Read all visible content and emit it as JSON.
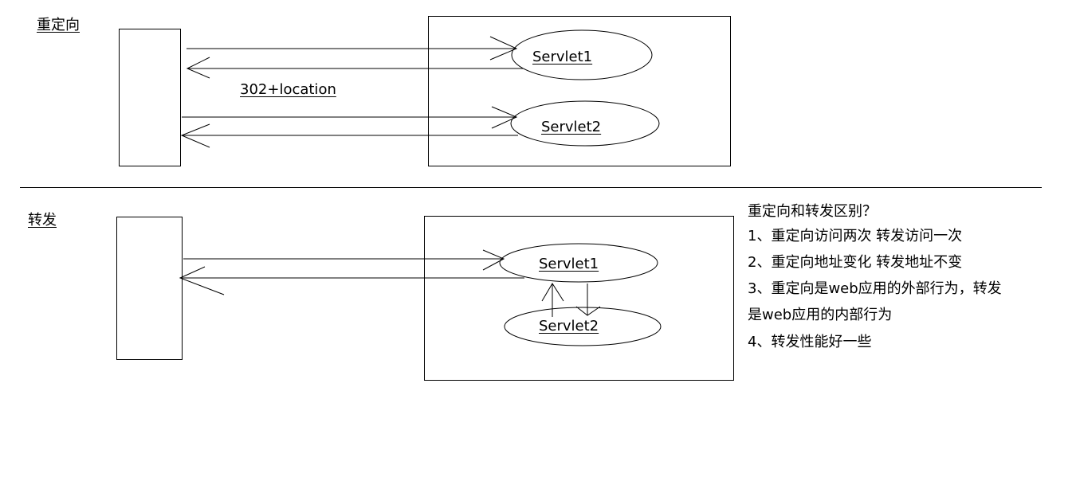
{
  "redirect": {
    "section_label": "重定向",
    "servlet1_label": "Servlet1",
    "servlet2_label": "Servlet2",
    "response_label": "302+location"
  },
  "forward": {
    "section_label": "转发",
    "servlet1_label": "Servlet1",
    "servlet2_label": "Servlet2"
  },
  "notes": {
    "title": "重定向和转发区别？",
    "line1": "1、重定向访问两次  转发访问一次",
    "line2": "2、重定向地址变化 转发地址不变",
    "line3": "3、重定向是web应用的外部行为，转发",
    "line4": "是web应用的内部行为",
    "line5": "4、转发性能好一些"
  }
}
